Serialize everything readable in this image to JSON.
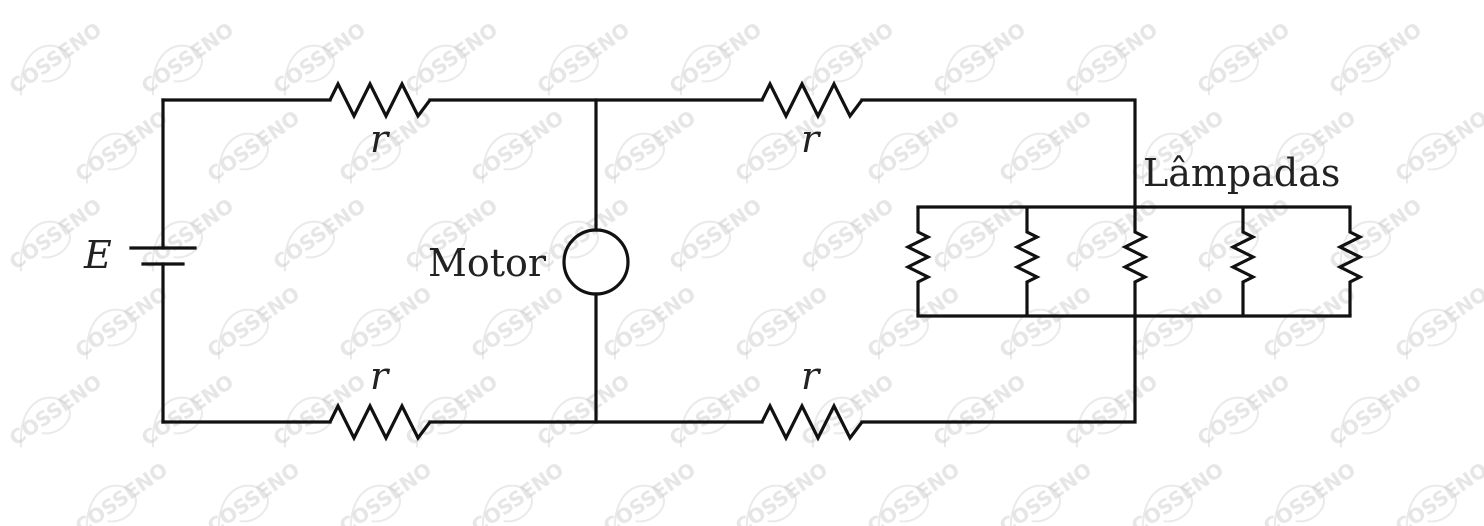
{
  "diagram": {
    "labels": {
      "source": "E",
      "resistor_top_left": "r",
      "resistor_top_right": "r",
      "resistor_bottom_left": "r",
      "resistor_bottom_right": "r",
      "motor": "Motor",
      "lamps": "Lâmpadas"
    },
    "lamp_count": 5,
    "watermark": "COSSENO"
  }
}
